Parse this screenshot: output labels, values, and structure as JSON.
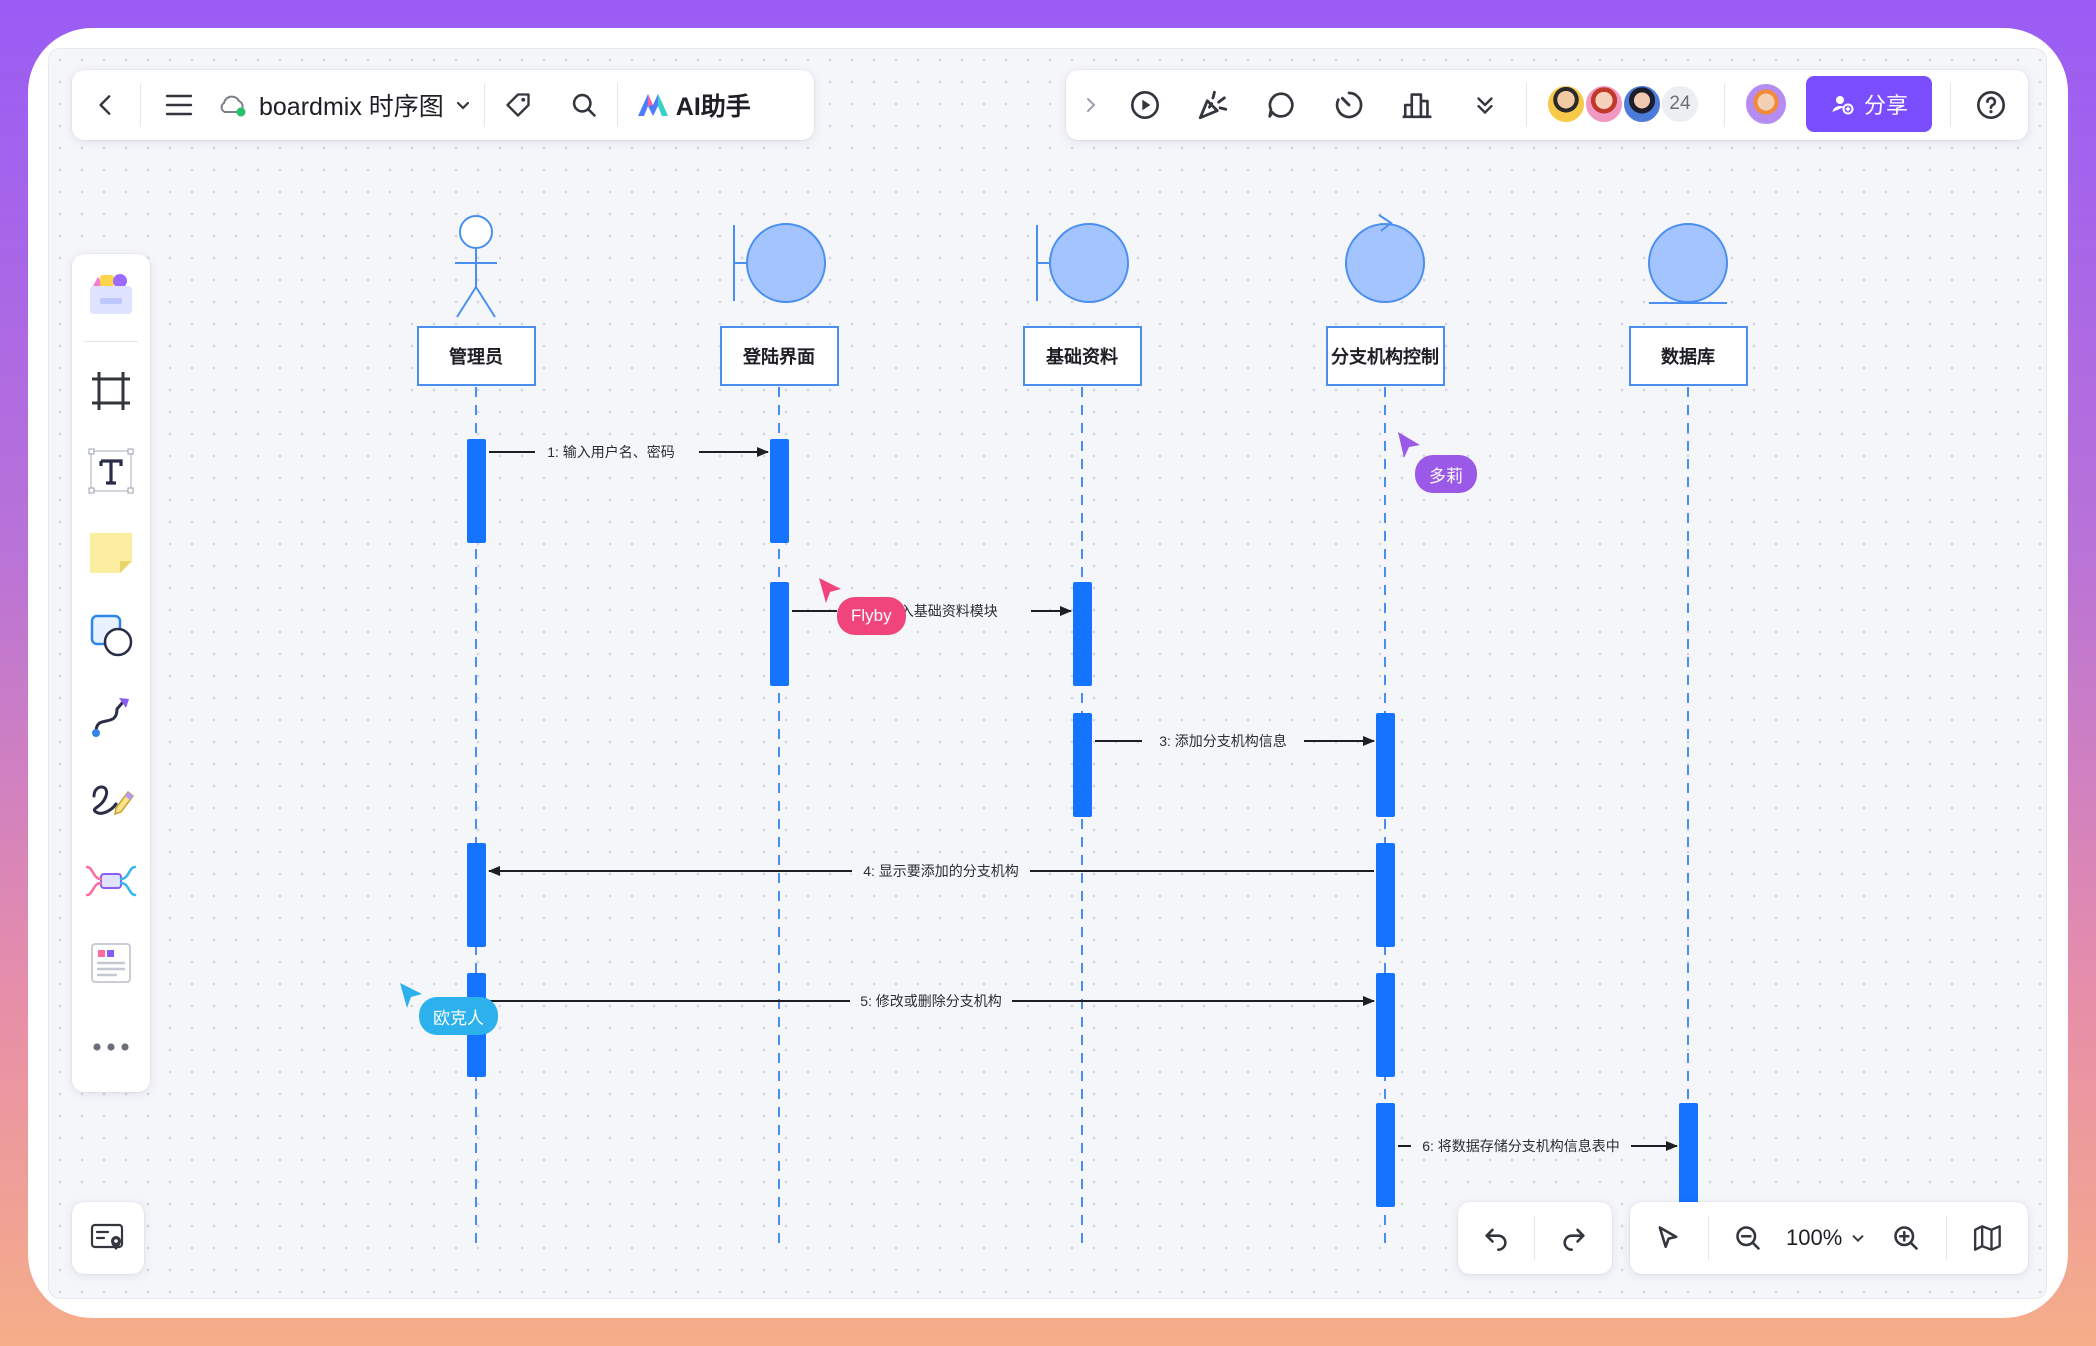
{
  "app": {
    "doc_title": "boardmix 时序图",
    "ai_label": "AI助手",
    "share_label": "分享",
    "collaborator_count": "24",
    "zoom": "100%"
  },
  "colors": {
    "accent": "#7a4dff",
    "lifeline": "#4a8ff0",
    "activation": "#1474ff",
    "actor_fill": "#a4c4ff"
  },
  "diagram": {
    "participants": [
      {
        "name": "管理员",
        "kind": "actor"
      },
      {
        "name": "登陆界面",
        "kind": "boundary"
      },
      {
        "name": "基础资料",
        "kind": "boundary"
      },
      {
        "name": "分支机构控制",
        "kind": "control"
      },
      {
        "name": "数据库",
        "kind": "entity"
      }
    ],
    "messages": [
      {
        "label": "1: 输入用户名、密码"
      },
      {
        "label": "2: 进入基础资料模块"
      },
      {
        "label": "3: 添加分支机构信息"
      },
      {
        "label": "4: 显示要添加的分支机构"
      },
      {
        "label": "5: 修改或删除分支机构"
      },
      {
        "label": "6: 将数据存储分支机构信息表中"
      }
    ]
  },
  "cursors": [
    {
      "name": "多莉",
      "color": "#9b59e8"
    },
    {
      "name": "Flyby",
      "color": "#f0457a"
    },
    {
      "name": "欧克人",
      "color": "#2cb1ec"
    }
  ]
}
